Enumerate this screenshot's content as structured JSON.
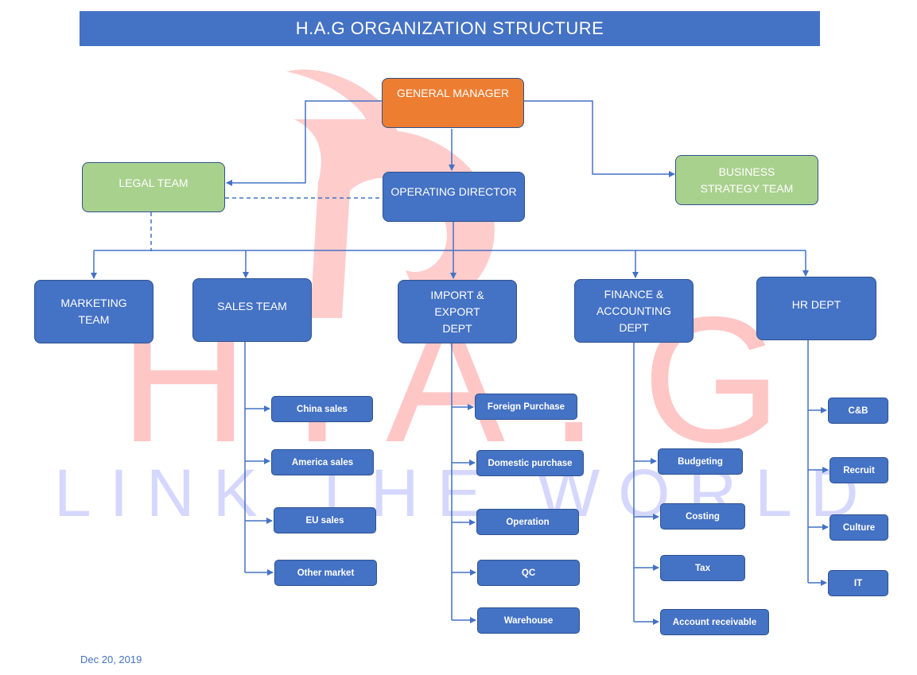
{
  "title": "H.A.G  ORGANIZATION STRUCTURE",
  "date": "Dec 20, 2019",
  "watermark": {
    "letters": "H.A.G",
    "tagline": "LINK THE WORLD"
  },
  "colors": {
    "banner": "#4472c4",
    "box_blue": "#4472c4",
    "box_orange": "#ed7d31",
    "box_green": "#a9d18e",
    "line": "#4472c4",
    "watermark_red": "#ff0000"
  },
  "nodes": {
    "general_manager": "GENERAL MANAGER",
    "legal_team": "LEGAL TEAM",
    "operating_director": "OPERATING DIRECTOR",
    "business_strategy_team": "BUSINESS STRATEGY TEAM",
    "marketing_team": "MARKETING TEAM",
    "sales_team": "SALES TEAM",
    "import_export_dept": "IMPORT & EXPORT DEPT",
    "finance_accounting_dept": "FINANCE & ACCOUNTING DEPT",
    "hr_dept": "HR DEPT"
  },
  "sales_units": [
    "China sales",
    "America sales",
    "EU sales",
    "Other market"
  ],
  "import_export_units": [
    "Foreign Purchase",
    "Domestic purchase",
    "Operation",
    "QC",
    "Warehouse"
  ],
  "finance_units": [
    "Budgeting",
    "Costing",
    "Tax",
    "Account receivable"
  ],
  "hr_units": [
    "C&B",
    "Recruit",
    "Culture",
    "IT"
  ]
}
